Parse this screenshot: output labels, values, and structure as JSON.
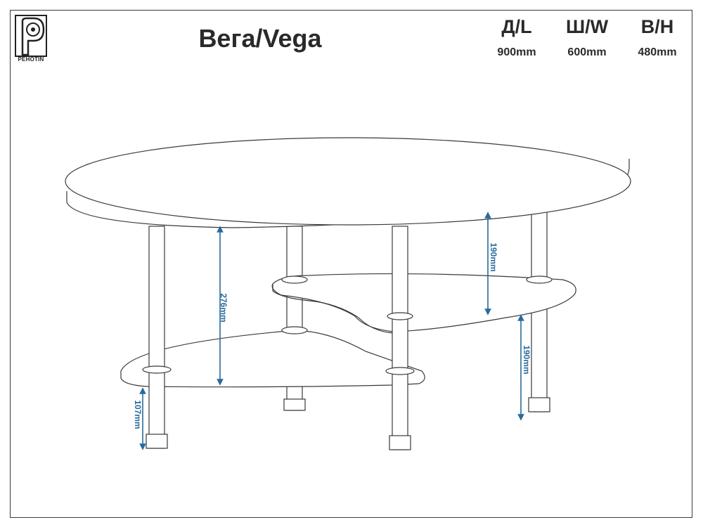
{
  "brand": {
    "name": "PEHOTIN",
    "logo_icon": "pehotin-logo-icon"
  },
  "title": "Вега/Vega",
  "dimensions": [
    {
      "label": "Д/L",
      "value": "900mm"
    },
    {
      "label": "Ш/W",
      "value": "600mm"
    },
    {
      "label": "В/H",
      "value": "480mm"
    }
  ],
  "annotations": {
    "top_to_lower_shelf": "276mm",
    "top_to_middle_shelf": "190mm",
    "middle_to_floor": "190mm",
    "lower_shelf_to_floor": "107mm"
  },
  "colors": {
    "outline": "#3a3a3a",
    "dimension": "#2a6a9a"
  }
}
